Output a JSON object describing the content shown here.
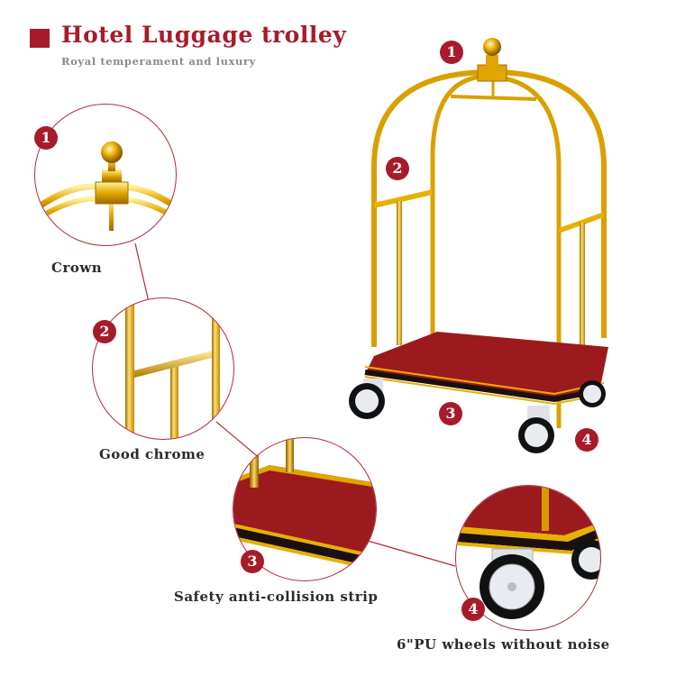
{
  "header": {
    "title": "Hotel Luggage trolley",
    "subtitle": "Royal temperament and luxury"
  },
  "features": [
    {
      "number": "1",
      "label": "Crown"
    },
    {
      "number": "2",
      "label": "Good chrome"
    },
    {
      "number": "3",
      "label": "Safety anti-collision strip"
    },
    {
      "number": "4",
      "label": "6\"PU wheels without noise"
    }
  ],
  "main_image": {
    "markers": [
      "1",
      "2",
      "3",
      "4"
    ]
  },
  "colors": {
    "accent": "#a71b2a",
    "gold": "#e0a500",
    "carpet": "#9b1a1e",
    "label_text": "#2b2b2b",
    "subtitle_text": "#8a8a8a"
  }
}
